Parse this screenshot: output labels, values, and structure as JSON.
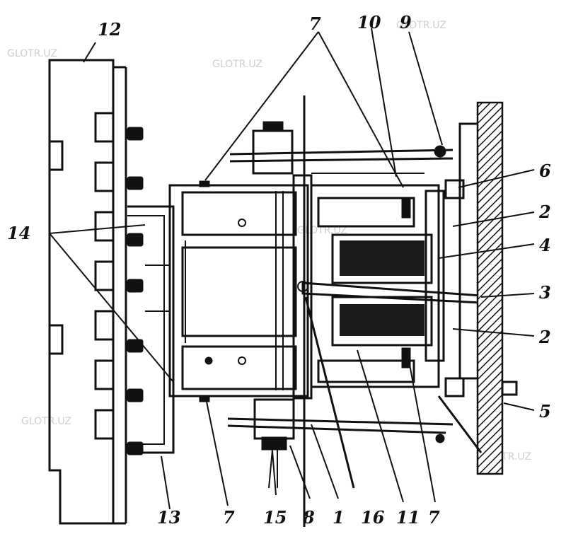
{
  "watermark": "GLOTR.UZ",
  "labels": {
    "l12": "12",
    "l7_top": "7",
    "l10": "10",
    "l9": "9",
    "l6": "6",
    "l2_upper": "2",
    "l4": "4",
    "l3": "3",
    "l2_lower": "2",
    "l5": "5",
    "l14": "14",
    "l13": "13",
    "l7_bottom_left": "7",
    "l15": "15",
    "l8": "8",
    "l1": "1",
    "l16": "16",
    "l11": "11",
    "l7_bottom_right": "7"
  }
}
